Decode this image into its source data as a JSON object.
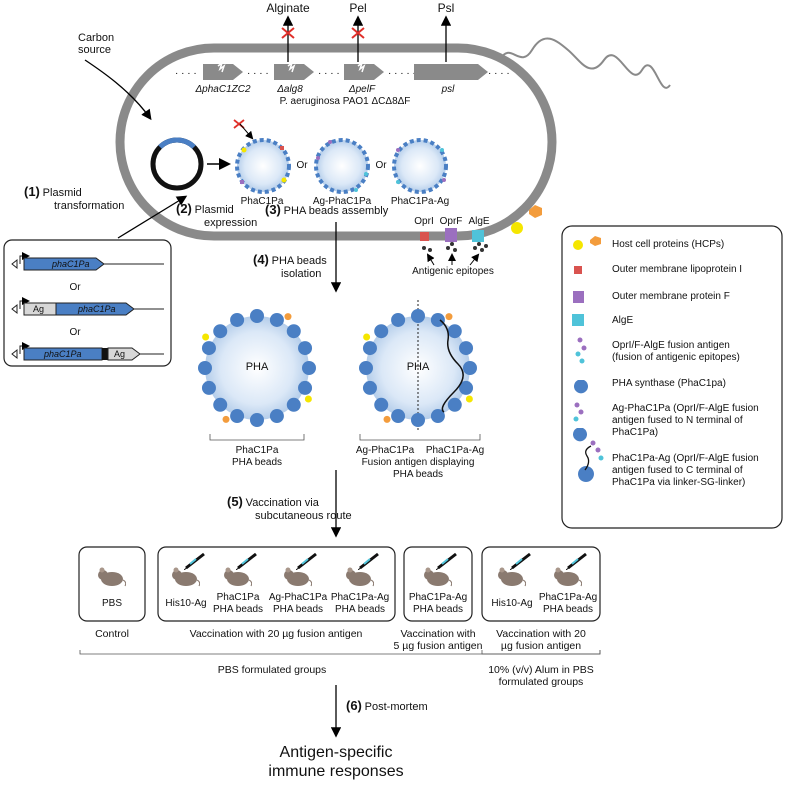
{
  "top_labels": {
    "carbon_source": [
      "Carbon",
      "source"
    ],
    "alginate": "Alginate",
    "pel": "Pel",
    "psl": "Psl"
  },
  "genes": {
    "phaC": "ΔphaC1ZC2",
    "alg8": "Δalg8",
    "pelF": "ΔpelF",
    "psl": "psl",
    "strain": "P. aeruginosa PAO1 ΔCΔ8ΔF"
  },
  "plasmid_cassettes": {
    "gene1": "phaC1Pa",
    "ag": "Ag",
    "or": "Or"
  },
  "beads_cell": {
    "b1": "PhaC1Pa",
    "b2": "Ag-PhaC1Pa",
    "b3": "PhaC1Pa-Ag",
    "or": "Or"
  },
  "membrane_proteins": [
    "OprI",
    "OprF",
    "AlgE"
  ],
  "antigenic_epitopes": "Antigenic epitopes",
  "steps": {
    "s1": {
      "num": "(1)",
      "lines": [
        "Plasmid",
        "transformation"
      ]
    },
    "s2": {
      "num": "(2)",
      "lines": [
        "Plasmid",
        "expression"
      ]
    },
    "s3": {
      "num": "(3)",
      "lines": [
        "PHA beads assembly"
      ]
    },
    "s4": {
      "num": "(4)",
      "lines": [
        "PHA beads",
        "isolation"
      ]
    },
    "s5": {
      "num": "(5)",
      "lines": [
        "Vaccination via",
        "subcutaneous route"
      ]
    },
    "s6": {
      "num": "(6)",
      "lines": [
        "Post-mortem"
      ]
    }
  },
  "big_beads": {
    "pha": "PHA",
    "cap1": [
      "PhaC1Pa",
      "PHA beads"
    ],
    "cap2a": "Ag-PhaC1Pa",
    "cap2b": "PhaC1Pa-Ag",
    "cap2c": [
      "Fusion antigen displaying",
      "PHA beads"
    ]
  },
  "legend": [
    {
      "icon": "hcp",
      "text": [
        "Host cell proteins (HCPs)"
      ]
    },
    {
      "icon": "oprI",
      "text": [
        "Outer membrane lipoprotein I"
      ]
    },
    {
      "icon": "oprF",
      "text": [
        "Outer membrane protein F"
      ]
    },
    {
      "icon": "algE",
      "text": [
        "AlgE"
      ]
    },
    {
      "icon": "fusion",
      "text": [
        "OprI/F-AlgE fusion antigen",
        "(fusion of antigenic epitopes)"
      ]
    },
    {
      "icon": "synthase",
      "text": [
        "PHA synthase (PhaC1pa)"
      ]
    },
    {
      "icon": "agN",
      "text": [
        "Ag-PhaC1Pa (OprI/F-AlgE fusion",
        "antigen fused to N terminal of",
        "PhaC1Pa)"
      ]
    },
    {
      "icon": "agC",
      "text": [
        "PhaC1Pa-Ag (OprI/F-AlgE fusion",
        "antigen fused to C terminal of",
        "PhaC1Pa via linker-SG-linker)"
      ]
    }
  ],
  "mice": {
    "pbs": "PBS",
    "his": "His10-Ag",
    "phac": [
      "PhaC1Pa",
      "PHA beads"
    ],
    "agphac": [
      "Ag-PhaC1Pa",
      "PHA beads"
    ],
    "phacag": [
      "PhaC1Pa-Ag",
      "PHA beads"
    ]
  },
  "groups": {
    "control": "Control",
    "g20": "Vaccination with 20 µg fusion antigen",
    "g5": [
      "Vaccination with",
      "5 µg fusion antigen"
    ],
    "g20alum": [
      "Vaccination with 20",
      "µg fusion antigen"
    ],
    "pbs_form": "PBS formulated groups",
    "alum_form": [
      "10% (v/v) Alum in PBS",
      "formulated groups"
    ]
  },
  "final": [
    "Antigen-specific",
    "immune responses"
  ],
  "colors": {
    "membrane": "#8a8a8a",
    "synthase": "#4a7fc4",
    "hcp": "#f5e600",
    "oprI": "#d9534f",
    "oprF": "#9b6fbf",
    "algE": "#4fc3d9",
    "pha": "#c9dcf2"
  }
}
